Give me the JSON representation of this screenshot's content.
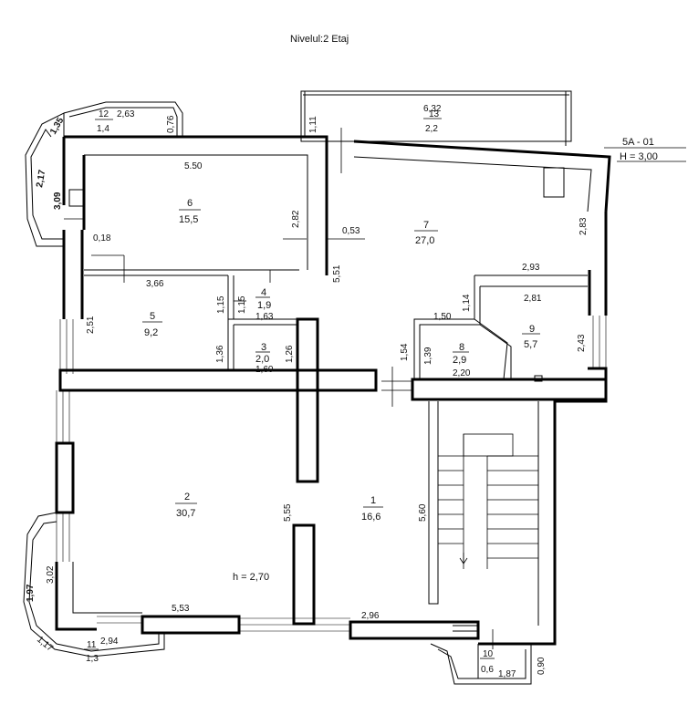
{
  "title": "Nivelul:2 Etaj",
  "stamp": {
    "code": "5A - 01",
    "height": "H = 3,00"
  },
  "ceiling_note": "h = 2,70",
  "rooms": [
    {
      "num": "1",
      "area": "16,6"
    },
    {
      "num": "2",
      "area": "30,7"
    },
    {
      "num": "3",
      "area": "2,0"
    },
    {
      "num": "4",
      "area": "1,9"
    },
    {
      "num": "5",
      "area": "9,2"
    },
    {
      "num": "6",
      "area": "15,5"
    },
    {
      "num": "7",
      "area": "27,0"
    },
    {
      "num": "8",
      "area": "2,9"
    },
    {
      "num": "9",
      "area": "5,7"
    },
    {
      "num": "10",
      "area": "0,6"
    },
    {
      "num": "11",
      "area": "1,3"
    },
    {
      "num": "12",
      "area": "1,4"
    },
    {
      "num": "13",
      "area": "2,2"
    }
  ],
  "dims": {
    "d550": "5.50",
    "d282": "2,82",
    "d053": "0,53",
    "d551": "5,51",
    "d018": "0,18",
    "d366": "3,66",
    "d115a": "1,15",
    "d115b": "1,15",
    "d163": "1,63",
    "d136": "1,36",
    "d126": "1,26",
    "d160": "1,60",
    "d251": "2,51",
    "d309": "3,09",
    "d217": "2,17",
    "d135": "1,35",
    "d263": "2,63",
    "d076": "0,76",
    "d111": "1,11",
    "d632": "6,32",
    "d283": "2,83",
    "d293": "2,93",
    "d114": "1,14",
    "d281": "2,81",
    "d150": "1,50",
    "d154": "1,54",
    "d139": "1,39",
    "d220": "2,20",
    "d243": "2,43",
    "d555": "5,55",
    "d560": "5,60",
    "d302": "3,02",
    "d197": "1,97",
    "d117": "1,17",
    "d294": "2,94",
    "d553": "5,53",
    "d296": "2,96",
    "d090": "0,90",
    "d187": "1,87"
  }
}
